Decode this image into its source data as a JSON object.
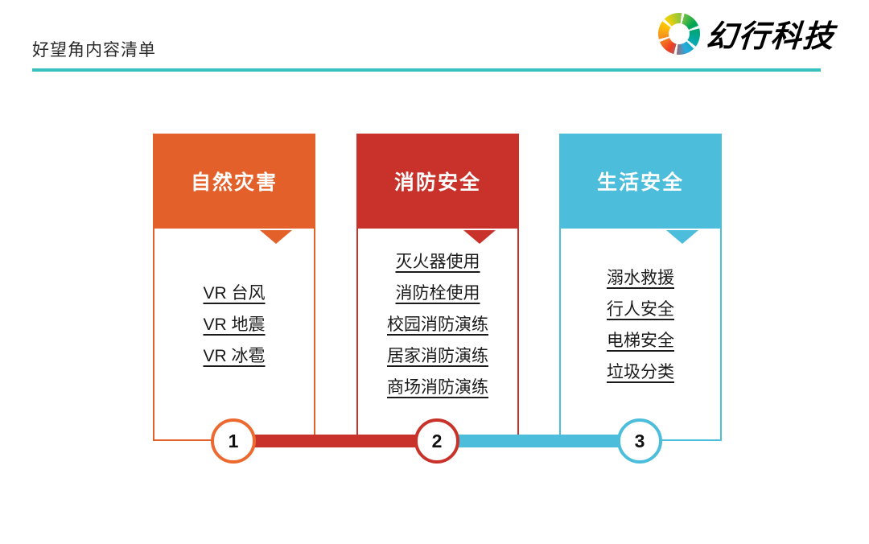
{
  "header": {
    "title": "好望角内容清单",
    "divider_color": "#38bfc0"
  },
  "logo": {
    "text": "幻行科技",
    "swirl_colors": [
      "#ef3b24",
      "#f7941d",
      "#ffd200",
      "#8dc63f",
      "#00a651",
      "#27aae1"
    ]
  },
  "columns": [
    {
      "title": "自然灾害",
      "color": "#e4602a",
      "number": "1",
      "items": [
        "VR 台风",
        "VR 地震",
        "VR 冰雹"
      ]
    },
    {
      "title": "消防安全",
      "color": "#c8322b",
      "number": "2",
      "items": [
        "灭火器使用",
        "消防栓使用",
        "校园消防演练",
        "居家消防演练",
        "商场消防演练"
      ]
    },
    {
      "title": "生活安全",
      "color": "#4dbddc",
      "number": "3",
      "items": [
        "溺水救援",
        "行人安全",
        "电梯安全",
        "垃圾分类"
      ]
    }
  ],
  "connector": {
    "segments": [
      {
        "from": "1",
        "to": "2",
        "color": "#c8322b"
      },
      {
        "from": "2",
        "to": "3",
        "color": "#4dbddc"
      }
    ]
  }
}
